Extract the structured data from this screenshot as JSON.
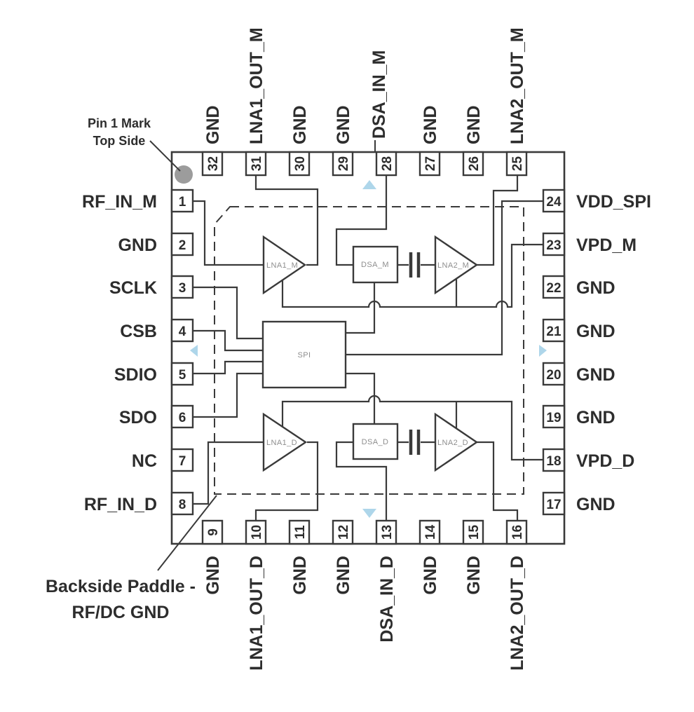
{
  "annotations": {
    "pin1_line1": "Pin 1 Mark",
    "pin1_line2": "Top Side",
    "paddle_line1": "Backside Paddle -",
    "paddle_line2": "RF/DC GND"
  },
  "pins": {
    "left": [
      {
        "num": "1",
        "label": "RF_IN_M"
      },
      {
        "num": "2",
        "label": "GND"
      },
      {
        "num": "3",
        "label": "SCLK"
      },
      {
        "num": "4",
        "label": "CSB"
      },
      {
        "num": "5",
        "label": "SDIO"
      },
      {
        "num": "6",
        "label": "SDO"
      },
      {
        "num": "7",
        "label": "NC"
      },
      {
        "num": "8",
        "label": "RF_IN_D"
      }
    ],
    "top": [
      {
        "num": "32",
        "label": "GND"
      },
      {
        "num": "31",
        "label": "LNA1_OUT_M"
      },
      {
        "num": "30",
        "label": "GND"
      },
      {
        "num": "29",
        "label": "GND"
      },
      {
        "num": "28",
        "label": "DSA_IN_M"
      },
      {
        "num": "27",
        "label": "GND"
      },
      {
        "num": "26",
        "label": "GND"
      },
      {
        "num": "25",
        "label": "LNA2_OUT_M"
      }
    ],
    "right": [
      {
        "num": "24",
        "label": "VDD_SPI"
      },
      {
        "num": "23",
        "label": "VPD_M"
      },
      {
        "num": "22",
        "label": "GND"
      },
      {
        "num": "21",
        "label": "GND"
      },
      {
        "num": "20",
        "label": "GND"
      },
      {
        "num": "19",
        "label": "GND"
      },
      {
        "num": "18",
        "label": "VPD_D"
      },
      {
        "num": "17",
        "label": "GND"
      }
    ],
    "bottom": [
      {
        "num": "9",
        "label": "GND"
      },
      {
        "num": "10",
        "label": "LNA1_OUT_D"
      },
      {
        "num": "11",
        "label": "GND"
      },
      {
        "num": "12",
        "label": "GND"
      },
      {
        "num": "13",
        "label": "DSA_IN_D"
      },
      {
        "num": "14",
        "label": "GND"
      },
      {
        "num": "15",
        "label": "GND"
      },
      {
        "num": "16",
        "label": "LNA2_OUT_D"
      }
    ]
  },
  "blocks": {
    "lna1_m": "LNA1_M",
    "dsa_m": "DSA_M",
    "lna2_m": "LNA2_M",
    "spi": "SPI",
    "lna1_d": "LNA1_D",
    "dsa_d": "DSA_D",
    "lna2_d": "LNA2_D"
  },
  "colors": {
    "line": "#3a3a3a",
    "text": "#2d2d2d",
    "block_label": "#8e8e8e",
    "arrow_blue": "#aed6ea",
    "pin1_dot": "#9c9c9c",
    "background": "#ffffff"
  }
}
